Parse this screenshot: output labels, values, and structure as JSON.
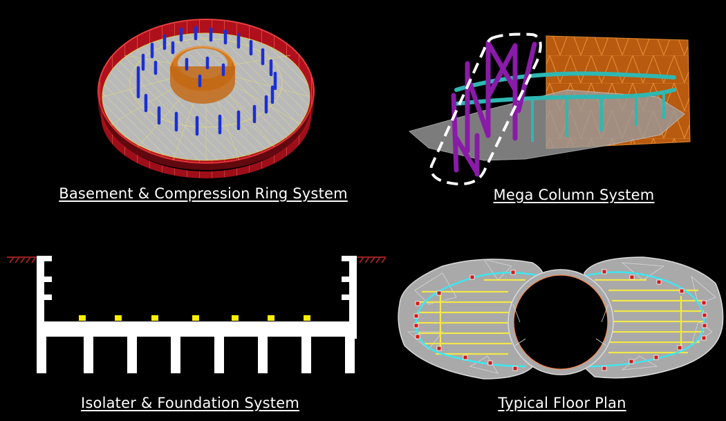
{
  "panels": {
    "basement": {
      "caption": "Basement & Compression Ring System"
    },
    "mega_column": {
      "caption": "Mega Column System"
    },
    "isolator": {
      "caption": "Isolater & Foundation System"
    },
    "floor_plan": {
      "caption": "Typical Floor Plan"
    }
  },
  "colors": {
    "background": "#000000",
    "ring_wall": "#c81e2a",
    "core_wall": "#d97a1e",
    "columns": "#1a2fd6",
    "slab": "#bdbdbd",
    "mega_column": "#8a1aa8",
    "ring_beam": "#2fb7b2",
    "isolator": "#ffee00",
    "foundation": "#ffffff",
    "plan_beam": "#f2e84a",
    "plan_edge": "#3ee6f0",
    "plan_column": "#d01a1a"
  }
}
